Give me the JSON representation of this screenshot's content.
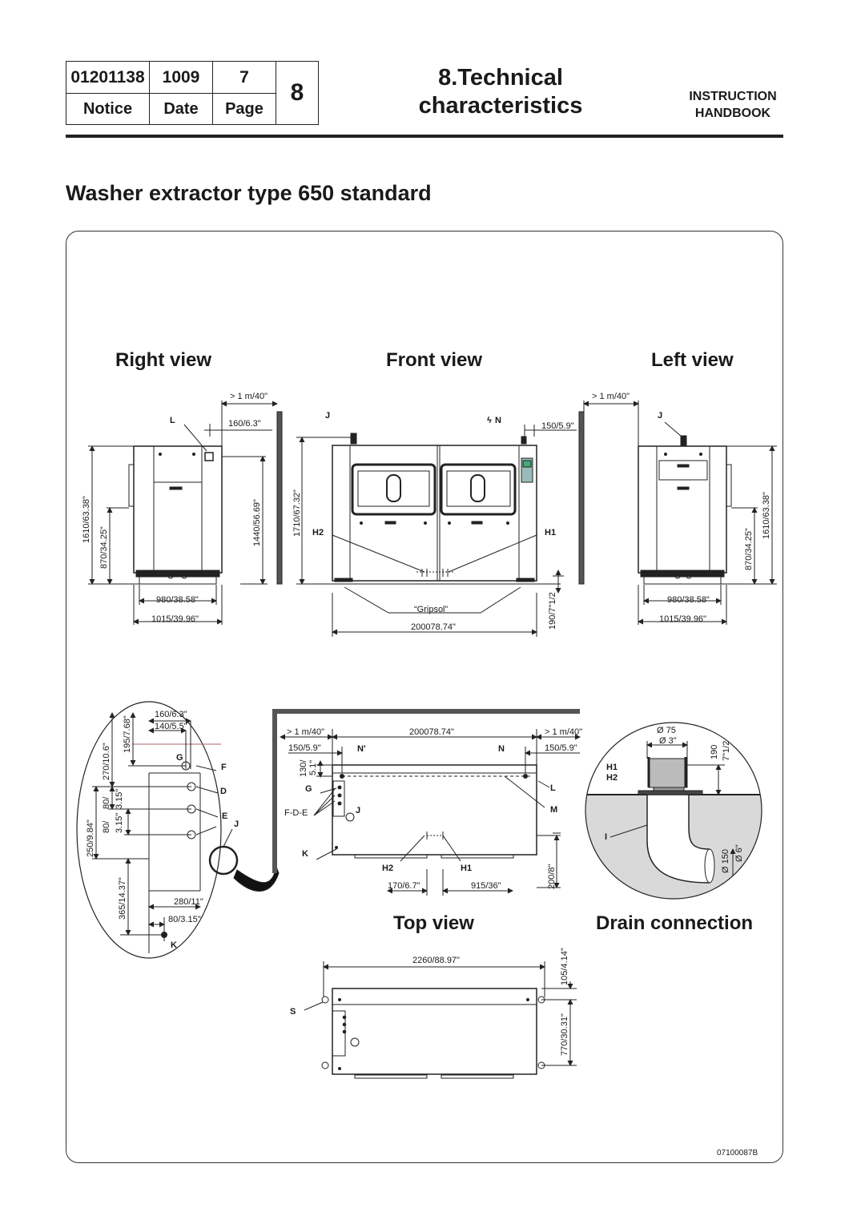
{
  "header": {
    "notice_value": "01201138",
    "date_value": "1009",
    "page_value": "7",
    "section_number": "8",
    "notice_label": "Notice",
    "date_label": "Date",
    "page_label": "Page",
    "title_line1": "8.Technical",
    "title_line2": "characteristics",
    "handbook_line1": "INSTRUCTION",
    "handbook_line2": "HANDBOOK"
  },
  "subtitle": "Washer extractor type 650 standard",
  "views": {
    "right": "Right  view",
    "front": "Front view",
    "left": "Left view",
    "top": "Top view",
    "drain": "Drain connection"
  },
  "dims": {
    "clearance": "> 1 m/40\"",
    "d160": "160/6.3\"",
    "d150": "150/5.9\"",
    "d1610": "1610/63.38\"",
    "d870": "870/34.25\"",
    "d1440": "1440/56.69\"",
    "d1710": "1710/67.32\"",
    "d980": "980/38.58\"",
    "d1015": "1015/39.96\"",
    "gripsol": "“Gripsol”",
    "d2000": "200078.74\"",
    "d190": "190/7\"1/2",
    "d140": "140/5.5\"",
    "d195": "195/7.68\"",
    "d270": "270/10.6\"",
    "d250": "250/9.84\"",
    "d80a": "80/",
    "d315a": "3.15\"",
    "d80b": "80/",
    "d315b": "3.15\"",
    "d365": "365/14.37\"",
    "d280": "280/11\"",
    "d80c": "80/3.15\"",
    "d130": "130/",
    "d51": "5.1\"",
    "d170": "170/6.7\"",
    "d915": "915/36\"",
    "d200": "200/8\"",
    "phi75": "Ø 75",
    "phi3": "Ø 3\"",
    "d190b": "190",
    "d7half": "7\"1/2",
    "phi150": "Ø 150",
    "phi6": "Ø 6\"",
    "d2260": "2260/88.97\"",
    "d105": "105/4.14\"",
    "d770": "770/30.31\""
  },
  "markers": {
    "J": "J",
    "L": "L",
    "N": "N",
    "Nprime": "N'",
    "H1": "H1",
    "H2": "H2",
    "G": "G",
    "F": "F",
    "D": "D",
    "E": "E",
    "K": "K",
    "M": "M",
    "FDE": "F-D-E",
    "I": "I",
    "S": "S"
  },
  "drawing_code": "07100087B"
}
